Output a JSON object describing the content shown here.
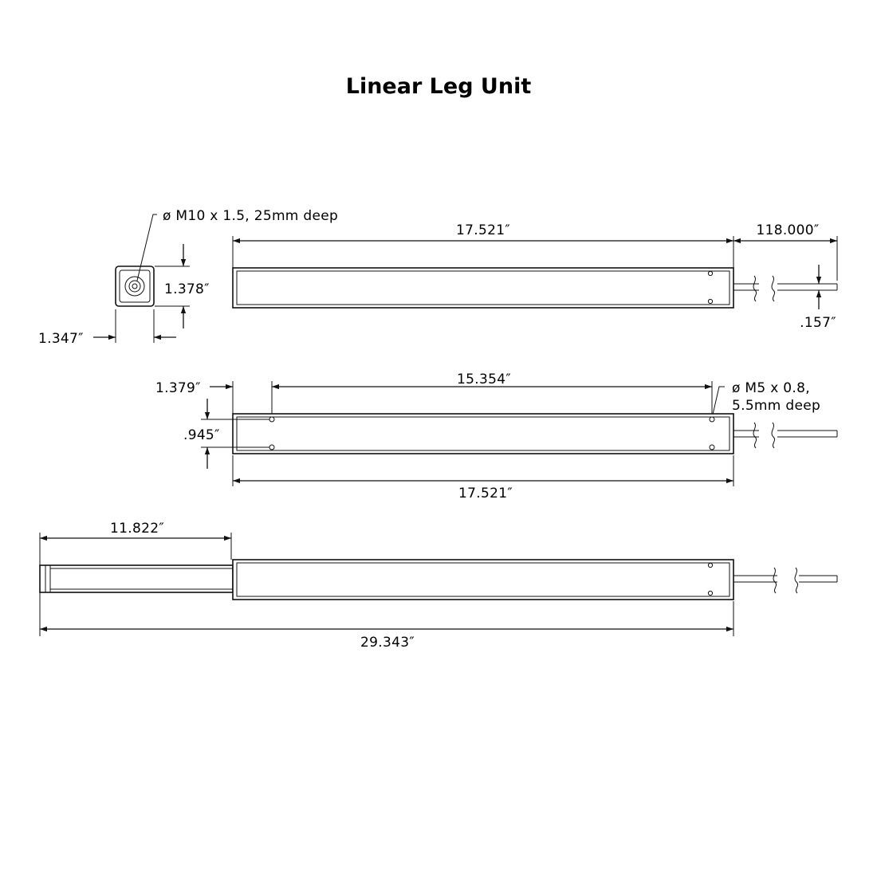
{
  "title": "Linear Leg Unit",
  "views": {
    "end_view": {
      "thread_callout": "ø M10 x 1.5, 25mm deep",
      "height_dim": "1.378″",
      "width_dim": "1.347″"
    },
    "top_view": {
      "length_dim": "17.521″",
      "cable_length_dim": "118.000″",
      "cable_diameter_dim": ".157″"
    },
    "side_view": {
      "hole_offset_dim": "1.379″",
      "hole_spacing_dim": "15.354″",
      "thread_callout_line1": "ø M5 x 0.8,",
      "thread_callout_line2": "5.5mm deep",
      "hole_vertical_dim": ".945″",
      "length_dim": "17.521″"
    },
    "extended_view": {
      "stroke_dim": "11.822″",
      "overall_length_dim": "29.343″"
    }
  },
  "colors": {
    "line": "#111111",
    "background": "#ffffff"
  }
}
